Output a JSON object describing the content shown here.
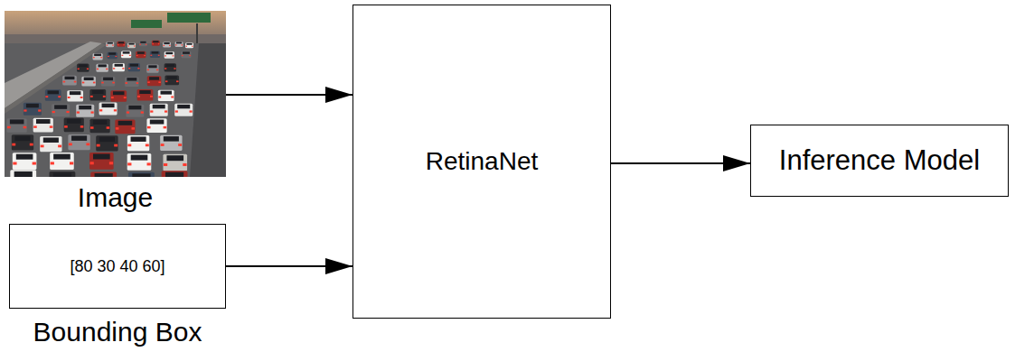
{
  "diagram": {
    "nodes": [
      {
        "text": [
          "Image"
        ]
      },
      {
        "text": [
          "[80 30 40 60]",
          "Bounding Box"
        ]
      },
      {
        "text": [
          "RetinaNet"
        ]
      },
      {
        "text": [
          "Inference Model"
        ]
      }
    ],
    "edges": [
      {
        "from": 0,
        "to": 2,
        "arrow": "to"
      },
      {
        "from": 1,
        "to": 2,
        "arrow": "to"
      },
      {
        "from": 2,
        "to": 3,
        "arrow": "to"
      }
    ]
  }
}
